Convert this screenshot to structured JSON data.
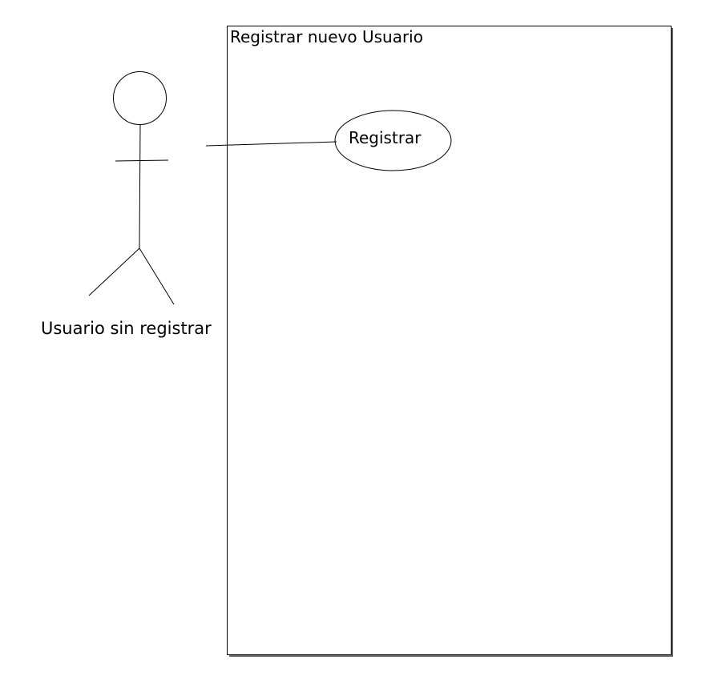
{
  "diagram": {
    "type": "use-case",
    "system": {
      "title": "Registrar nuevo Usuario"
    },
    "actor": {
      "name": "Usuario sin registrar"
    },
    "use_cases": [
      {
        "label": "Registrar"
      }
    ],
    "associations": [
      {
        "from": "Usuario sin registrar",
        "to": "Registrar"
      }
    ],
    "colors": {
      "stroke": "#000000",
      "shadow": "#666666",
      "background": "#ffffff"
    }
  }
}
